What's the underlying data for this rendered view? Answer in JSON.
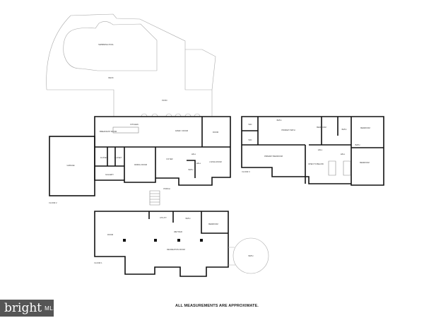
{
  "outdoor": {
    "pool": "SWIMMING POOL",
    "deck": "DECK",
    "patio": "PATIO"
  },
  "floor2": {
    "label": "FLOOR 2",
    "rooms": {
      "breakfast": "BREAKFAST ROOM",
      "kitchen": "KITCHEN",
      "family": "FAMILY ROOM",
      "room": "ROOM",
      "closet1": "CLOSET",
      "closet2": "CLOSET",
      "dining": "DINING ROOM",
      "foyer": "FOYER",
      "hall1": "HALL",
      "hall2": "HALL",
      "bath": "BATH",
      "living": "LIVING ROOM",
      "gallery": "GALLERY",
      "porch": "PORCH",
      "garage": "GARAGE"
    }
  },
  "floor3": {
    "label": "FLOOR 3",
    "rooms": {
      "wic1": "WIC",
      "wic2": "WIC",
      "bath1": "BATH",
      "primary_bath": "PRIMARY BATH",
      "bedroom1": "BEDROOM",
      "bath2": "BATH",
      "bedroom2": "BEDROOM",
      "primary_bedroom": "PRIMARY BEDROOM",
      "hall1": "HALL",
      "hall2": "HALL",
      "bath3": "BATH",
      "open": "OPEN TO BELOW",
      "bedroom3": "BEDROOM"
    }
  },
  "floor1": {
    "label": "FLOOR 1",
    "rooms": {
      "utility": "UTILITY",
      "bath": "BATH",
      "bedroom": "BEDROOM",
      "wetbar": "WET BAR",
      "room": "ROOM",
      "recreation": "RECREATION ROOM",
      "bath_out": "BATH"
    }
  },
  "note": "ALL MEASUREMENTS ARE APPROXIMATE.",
  "logo": {
    "brand": "bright",
    "suffix": "MLS",
    "bg": "#555555"
  }
}
